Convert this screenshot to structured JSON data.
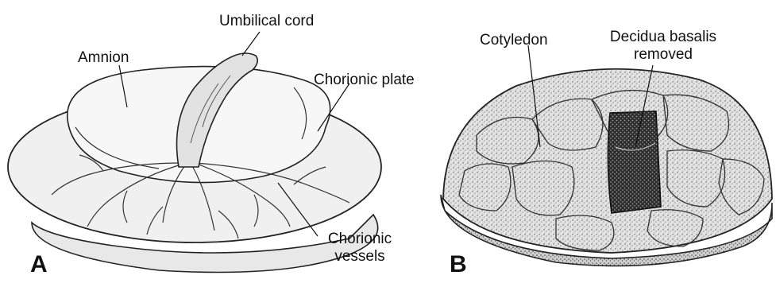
{
  "panel_a": {
    "letter": "A",
    "labels": {
      "umbilical_cord": "Umbilical cord",
      "amnion": "Amnion",
      "chorionic_plate": "Chorionic plate",
      "chorionic_vessels_line1": "Chorionic",
      "chorionic_vessels_line2": "vessels"
    }
  },
  "panel_b": {
    "letter": "B",
    "labels": {
      "cotyledon": "Cotyledon",
      "decidua_line1": "Decidua basalis",
      "decidua_line2": "removed"
    }
  },
  "colors": {
    "ink": "#111111",
    "paper": "#ffffff",
    "tissue_light": "#ececec",
    "tissue_mid": "#d9d9d9",
    "tissue_dark": "#3a3a3a"
  }
}
